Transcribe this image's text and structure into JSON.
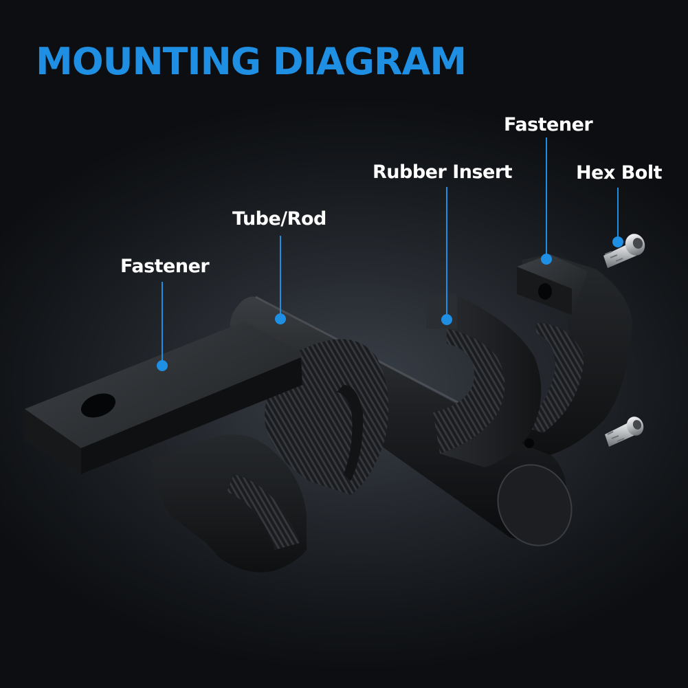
{
  "title": "MOUNTING DIAGRAM",
  "labels": {
    "fastener_left": "Fastener",
    "tube_rod": "Tube/Rod",
    "rubber_insert": "Rubber Insert",
    "fastener_right": "Fastener",
    "hex_bolt": "Hex Bolt"
  },
  "colors": {
    "accent": "#1f8fe3",
    "label_text": "#ffffff",
    "background": "#1b1f24"
  },
  "icons": [
    "left-fastener-bracket",
    "tube-rod",
    "rubber-insert",
    "right-fastener-bracket",
    "hex-bolt"
  ]
}
